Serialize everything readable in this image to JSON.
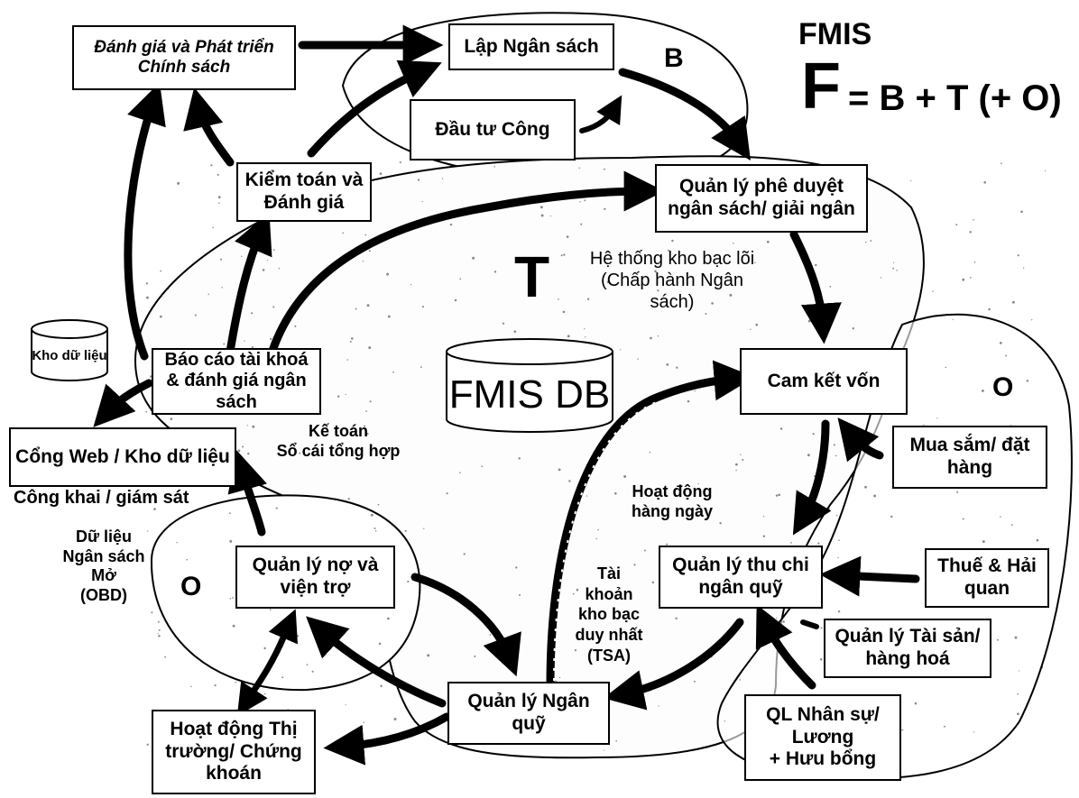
{
  "title": {
    "acronym": "FMIS",
    "formula": "= B + T (+ O)",
    "letter_f": "F"
  },
  "regions": {
    "b": "B",
    "t": "T",
    "o_right": "O",
    "o_left": "O"
  },
  "boxes": {
    "policy": "Đánh giá và Phát triển Chính sách",
    "budget_prep": "Lập Ngân sách",
    "public_investment": "Đầu tư Công",
    "audit": "Kiểm toán và Đánh giá",
    "approval": "Quản lý phê duyệt ngân sách/ giải ngân",
    "commitment": "Cam kết vốn",
    "procurement": "Mua sắm/ đặt hàng",
    "cash_mgmt": "Quản lý thu chi ngân quỹ",
    "tax": "Thuế & Hải quan",
    "assets": "Quản lý Tài sản/ hàng hoá",
    "hr": "QL Nhân sự/ Lương\n+ Hưu bổng",
    "treasury": "Quản lý Ngân quỹ",
    "debt": "Quản lý nợ và viện trợ",
    "market": "Hoạt động Thị trường/ Chứng khoán",
    "reporting": "Báo cáo tài khoá & đánh giá ngân sách",
    "portal": "Cổng Web / Kho dữ liệu"
  },
  "labels": {
    "core_treasury": "Hệ thống kho bạc lõi\n(Chấp hành Ngân\nsách)",
    "accounting": "Kế toán\nSổ cái tổng hợp",
    "daily_ops": "Hoạt động\nhàng ngày",
    "tsa": "Tài\nkhoản\nkho bạc\nduy nhất\n(TSA)",
    "obd": "Dữ liệu\nNgân sách\nMở\n(OBD)",
    "public_monitor": "Công khai / giám sát",
    "db_small": "Kho dữ liệu",
    "db_main": "FMIS DB"
  }
}
